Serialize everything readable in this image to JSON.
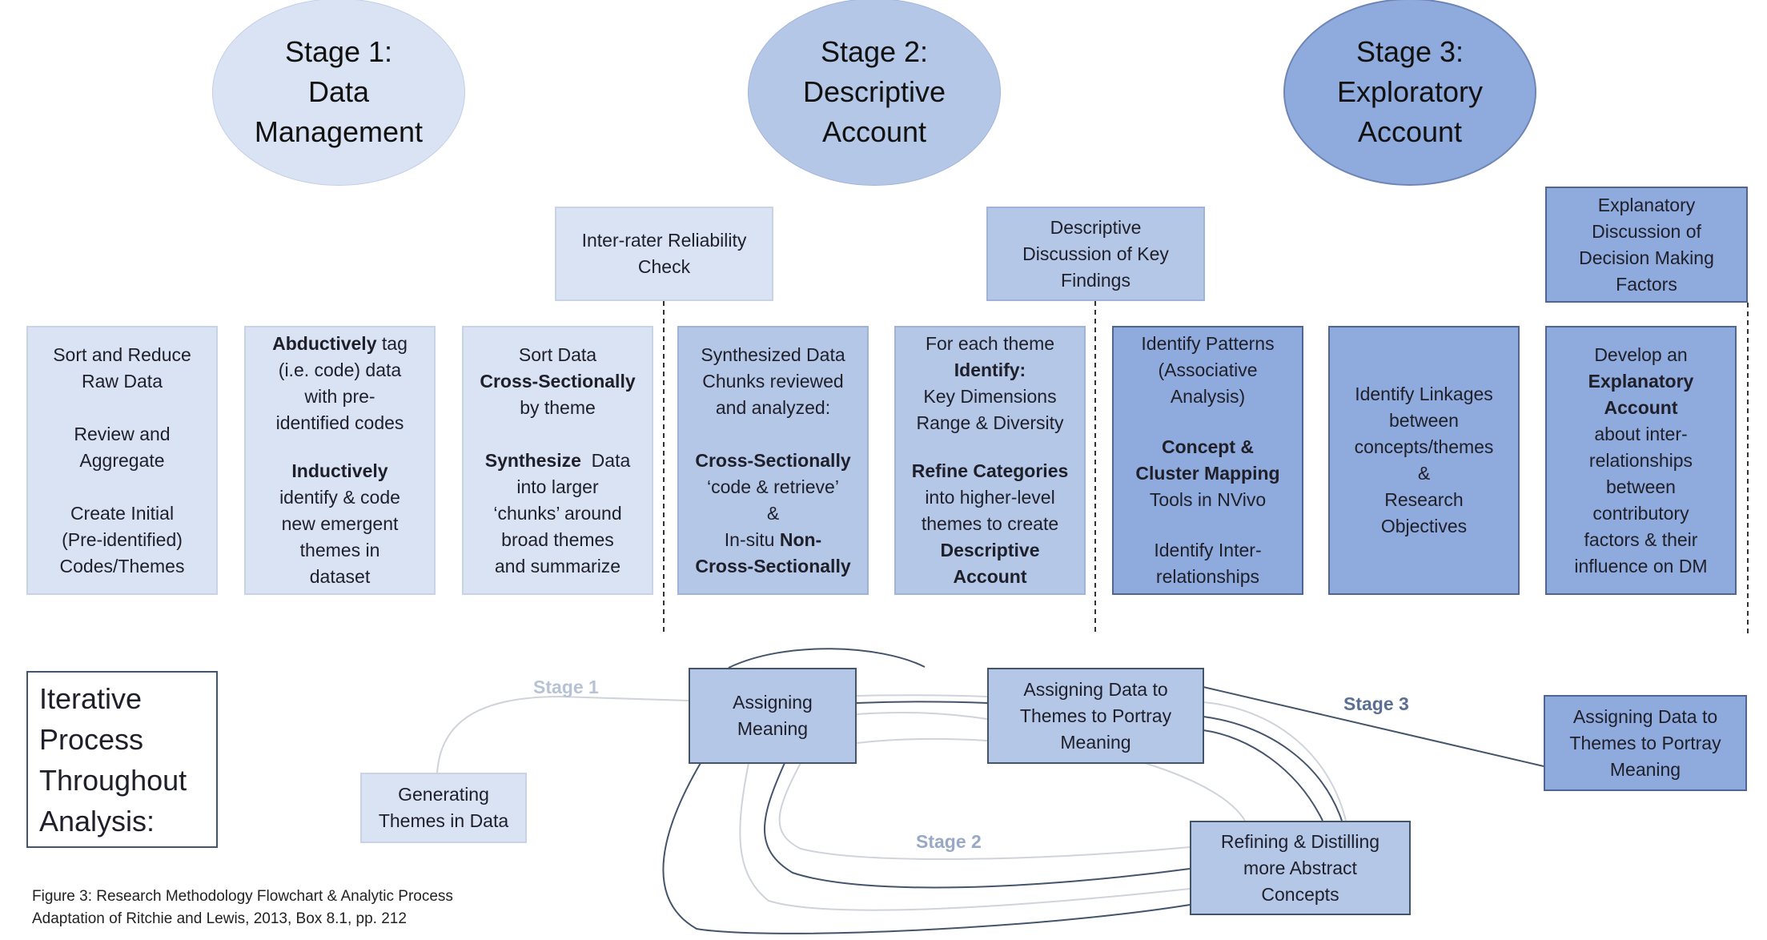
{
  "stages": [
    {
      "line1": "Stage 1:",
      "line2": "Data",
      "line3": "Management"
    },
    {
      "line1": "Stage 2:",
      "line2": "Descriptive",
      "line3": "Account"
    },
    {
      "line1": "Stage 3:",
      "line2": "Exploratory",
      "line3": "Account"
    }
  ],
  "checkpoints": {
    "inter_rater": [
      "Inter-rater Reliability",
      "Check"
    ],
    "descriptive_discussion": [
      "Descriptive",
      "Discussion of Key",
      "Findings"
    ],
    "explanatory_discussion": [
      "Explanatory",
      "Discussion of",
      "Decision Making",
      "Factors"
    ]
  },
  "steps": [
    {
      "p1": [
        "Sort and Reduce",
        "Raw Data"
      ],
      "p2": [
        "Review and",
        "Aggregate"
      ],
      "p3": [
        "Create Initial",
        "(Pre-identified)",
        "Codes/Themes"
      ]
    },
    {
      "p1_bold": "Abductively",
      "p1_rest": " tag",
      "p1": [
        "(i.e. code) data",
        "with pre-",
        "identified codes"
      ],
      "p2_bold": "Inductively",
      "p2": [
        "identify  & code",
        "new emergent",
        "themes in",
        "dataset"
      ]
    },
    {
      "p1": [
        "Sort Data"
      ],
      "p1_bold": "Cross-Sectionally",
      "p1_after": [
        "by theme"
      ],
      "p2_bold": "Synthesize",
      "p2_rest": "  Data",
      "p2": [
        "into larger",
        "‘chunks’ around",
        "broad themes",
        "and summarize"
      ]
    },
    {
      "p1": [
        "Synthesized Data",
        "Chunks reviewed",
        "and analyzed:"
      ],
      "p2_bold": "Cross-Sectionally",
      "p2": [
        "‘code & retrieve’",
        "&"
      ],
      "p2_pre": "In-situ ",
      "p2_bold2": "Non-",
      "p2_bold3": "Cross-Sectionally"
    },
    {
      "p1": [
        "For each theme"
      ],
      "p1_bold": "Identify:",
      "p1_after": [
        "Key Dimensions",
        "Range & Diversity"
      ],
      "p2_bold": "Refine Categories",
      "p2": [
        "into higher-level",
        "themes to create"
      ],
      "p2_bold_end": [
        "Descriptive",
        "Account"
      ]
    },
    {
      "p1": [
        "Identify Patterns",
        "(Associative",
        "Analysis)"
      ],
      "p2_bold": [
        "Concept &",
        "Cluster Mapping"
      ],
      "p2": [
        "Tools in NVivo"
      ],
      "p3": [
        "Identify Inter-",
        "relationships"
      ]
    },
    {
      "p1": [
        "Identify Linkages",
        "between",
        "concepts/themes",
        "&",
        "Research",
        "Objectives"
      ]
    },
    {
      "p1": [
        "Develop an"
      ],
      "p1_bold": [
        "Explanatory",
        "Account"
      ],
      "p1_after": [
        "about inter-",
        "relationships",
        "between",
        "contributory",
        "factors & their",
        "influence on DM"
      ]
    }
  ],
  "iterative": {
    "title": [
      "Iterative",
      "Process",
      "Throughout",
      "Analysis:"
    ]
  },
  "process_nodes": {
    "generating": [
      "Generating",
      "Themes in Data"
    ],
    "assigning_meaning": [
      "Assigning",
      "Meaning"
    ],
    "assigning_data": [
      "Assigning Data to",
      "Themes to Portray",
      "Meaning"
    ],
    "refining": [
      "Refining & Distilling",
      "more Abstract",
      "Concepts"
    ],
    "assigning_data_stage3": [
      "Assigning Data to",
      "Themes to Portray",
      "Meaning"
    ]
  },
  "flow_labels": {
    "stage1": "Stage 1",
    "stage2": "Stage 2",
    "stage3": "Stage 3"
  },
  "caption": {
    "line1": "Figure 3: Research Methodology Flowchart & Analytic Process",
    "line2": "Adaptation of Ritchie and Lewis, 2013, Box 8.1, pp. 212"
  },
  "colors": {
    "stage1": "#dae3f3",
    "stage2": "#b4c7e7",
    "stage3": "#8faadc"
  }
}
